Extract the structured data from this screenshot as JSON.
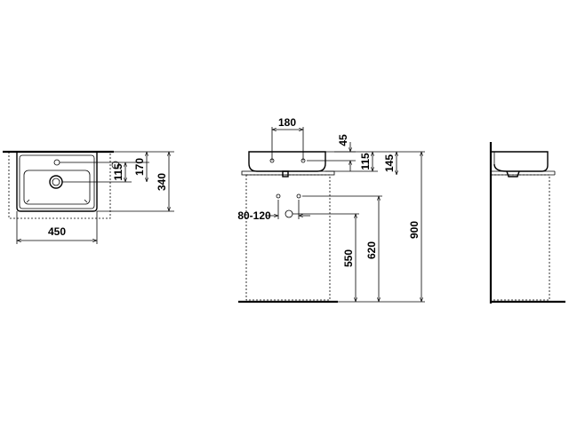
{
  "dimensions": {
    "front_width": "450",
    "front_115": "115",
    "front_170": "170",
    "front_340": "340",
    "side_180": "180",
    "side_45": "45",
    "side_115": "115",
    "side_145": "145",
    "side_80_120": "80-120",
    "side_550": "550",
    "side_620": "620",
    "side_900": "900"
  }
}
